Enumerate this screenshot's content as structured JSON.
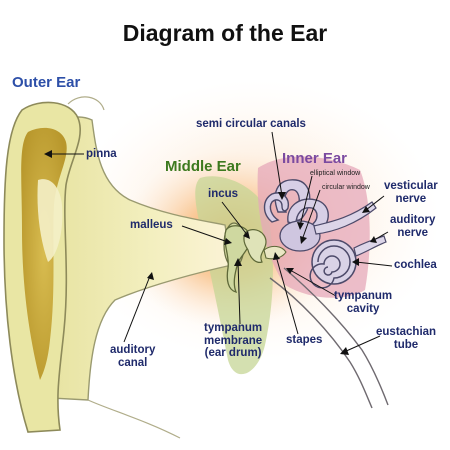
{
  "title": "Diagram of the Ear",
  "sections": {
    "outer_ear": "Outer Ear",
    "middle_ear": "Middle Ear",
    "inner_ear": "Inner Ear"
  },
  "labels": {
    "pinna": "pinna",
    "semi_circular_canals": "semi circular canals",
    "elliptical_window": "elliptical window",
    "circular_window": "circular window",
    "incus": "incus",
    "malleus": "malleus",
    "vesticular_nerve": [
      "vesticular",
      "nerve"
    ],
    "auditory_nerve": [
      "auditory",
      "nerve"
    ],
    "cochlea": "cochlea",
    "tympanum_cavity": [
      "tympanum",
      "cavity"
    ],
    "eustachian_tube": [
      "eustachian",
      "tube"
    ],
    "auditory_canal": [
      "auditory",
      "canal"
    ],
    "tympanum_membrane": [
      "tympanum",
      "membrane",
      "(ear drum)"
    ],
    "stapes": "stapes"
  },
  "colors": {
    "title": "#111111",
    "outer_ear": "#2d4fa8",
    "middle_ear": "#3d7a1f",
    "inner_ear": "#7b4aa0",
    "label": "#1f2a6b",
    "ear_yellow": "#e9e6a4",
    "ear_gold": "#c6a93d",
    "glow_orange": "#f6a35a",
    "inner_pink": "#e6a8ba",
    "middle_green": "#c6d596"
  }
}
